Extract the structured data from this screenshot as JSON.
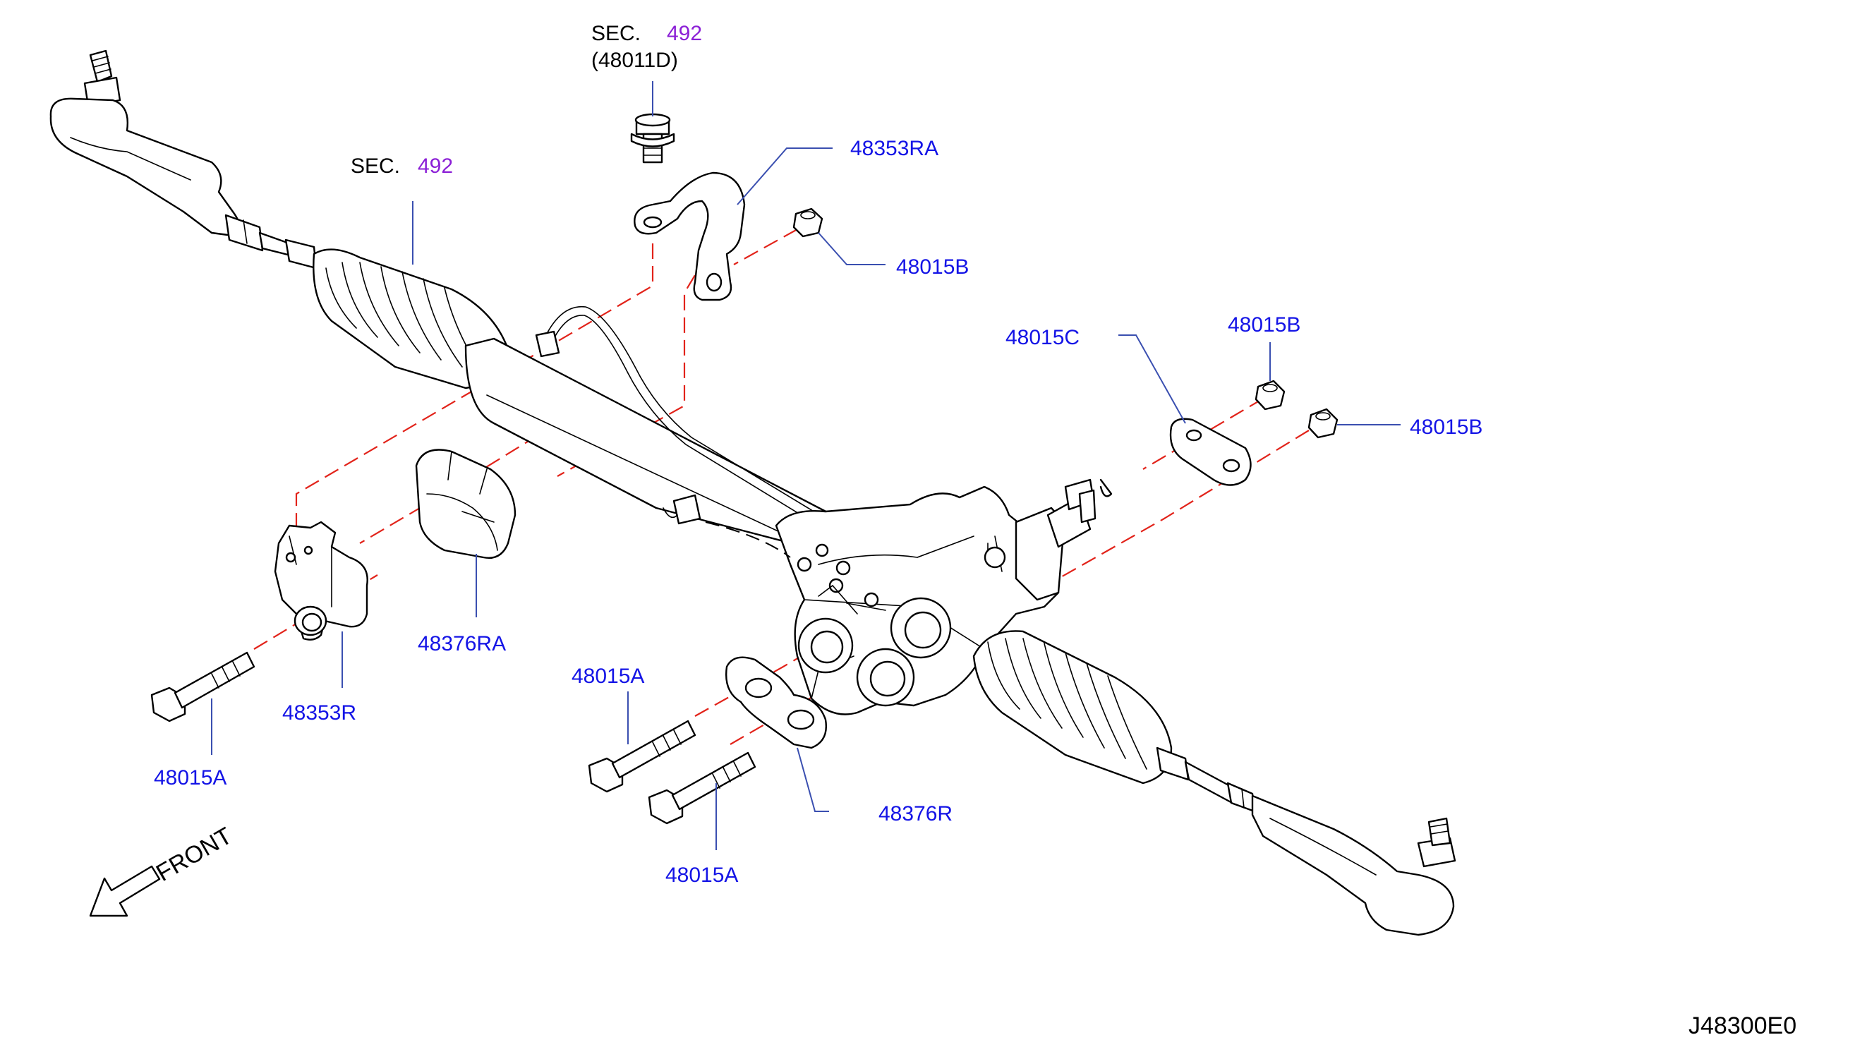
{
  "diagram": {
    "sec_labels": [
      {
        "prefix": "SEC.",
        "number": "492",
        "sub": "(48011D)"
      },
      {
        "prefix": "SEC.",
        "number": "492"
      }
    ],
    "callouts": [
      "48353RA",
      "48015B",
      "48015C",
      "48015B",
      "48015B",
      "48376RA",
      "48353R",
      "48015A",
      "48015A",
      "48376R",
      "48015A"
    ],
    "direction": "FRONT",
    "figure_code": "J48300E0"
  },
  "colors": {
    "callout_text": "#1414e6",
    "section_number": "#8b1fd6",
    "leader_line": "#3a4fb0",
    "centerline": "#e2231a"
  }
}
